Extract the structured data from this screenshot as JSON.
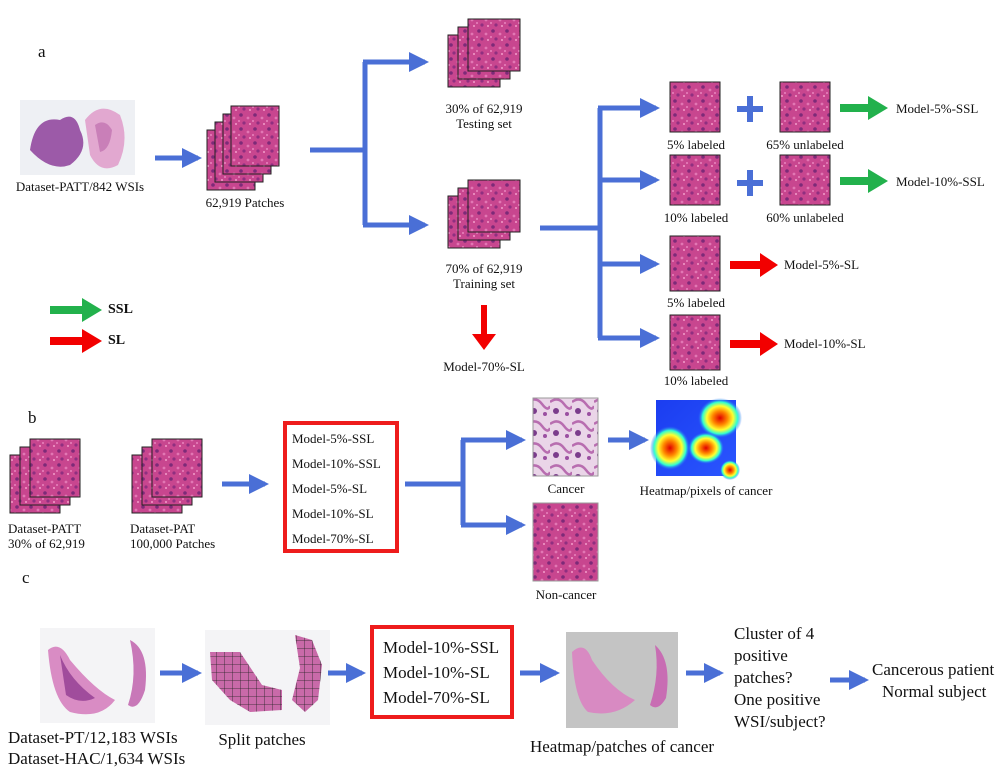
{
  "panel_a": {
    "label": "a",
    "wsi_label": "Dataset-PATT/842 WSIs",
    "patches_label": "62,919 Patches",
    "testing_pct": "30% of 62,919",
    "testing_label": "Testing set",
    "training_pct": "70% of 62,919",
    "training_label": "Training set",
    "model_70_sl": "Model-70%-SL",
    "l5_labeled": "5% labeled",
    "u65_unlabeled": "65% unlabeled",
    "l10_labeled": "10% labeled",
    "u60_unlabeled": "60% unlabeled",
    "l5_labeled_sl": "5% labeled",
    "l10_labeled_sl": "10% labeled",
    "model_5_ssl": "Model-5%-SSL",
    "model_10_ssl": "Model-10%-SSL",
    "model_5_sl": "Model-5%-SL",
    "model_10_sl": "Model-10%-SL"
  },
  "legend": {
    "ssl": "SSL",
    "sl": "SL",
    "ssl_color": "#22b14c",
    "sl_color": "#f20000"
  },
  "panel_b": {
    "label": "b",
    "dataset_patt": "Dataset-PATT",
    "dataset_patt_size": "30% of 62,919",
    "dataset_pat": "Dataset-PAT",
    "dataset_pat_size": "100,000 Patches",
    "models": [
      "Model-5%-SSL",
      "Model-10%-SSL",
      "Model-5%-SL",
      "Model-10%-SL",
      "Model-70%-SL"
    ],
    "cancer": "Cancer",
    "heatmap": "Heatmap/pixels of cancer",
    "non_cancer": "Non-cancer"
  },
  "panel_c": {
    "label": "c",
    "dataset_pt": "Dataset-PT/12,183 WSIs",
    "dataset_hac": "Dataset-HAC/1,634 WSIs",
    "split_patches": "Split patches",
    "models": [
      "Model-10%-SSL",
      "Model-10%-SL",
      "Model-70%-SL"
    ],
    "heatmap_patches": "Heatmap/patches of cancer",
    "question": [
      "Cluster of 4",
      "positive",
      "patches?",
      "One positive",
      "WSI/subject?"
    ],
    "outcome": [
      "Cancerous patient",
      "Normal subject"
    ]
  },
  "colors": {
    "arrow_blue": "#4a6fd6",
    "box_red": "#ee1c1c",
    "tissue_pink": "#c8468f"
  }
}
